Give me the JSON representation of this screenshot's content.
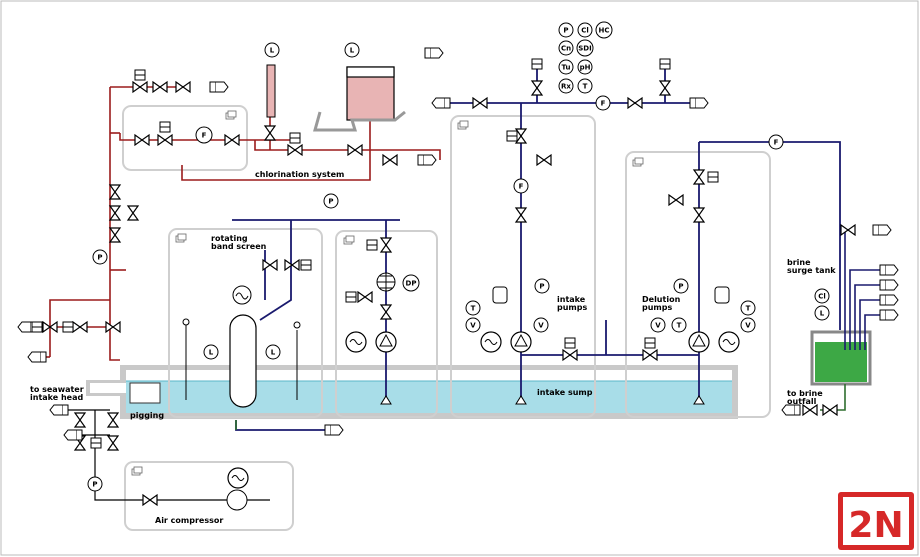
{
  "labels": {
    "chlorination": "chlorination system",
    "rotating_1": "rotating",
    "rotating_2": "band screen",
    "intake_pumps_1": "intake",
    "intake_pumps_2": "pumps",
    "delution_1": "Delution",
    "delution_2": "pumps",
    "intake_sump": "intake sump",
    "seawater_1": "to seawater",
    "seawater_2": "intake head",
    "pigging": "pigging",
    "air_compressor": "Air compressor",
    "brine_surge_1": "brine",
    "brine_surge_2": "surge tank",
    "brine_outfall_1": "to brine",
    "brine_outfall_2": "outfall"
  },
  "analyzers": [
    "P",
    "Cl",
    "HC",
    "Cn",
    "SDI",
    "Tu",
    "pH",
    "Rx",
    "T"
  ],
  "instruments": {
    "L": "L",
    "P": "P",
    "F": "F",
    "T": "T",
    "V": "V",
    "DP": "DP",
    "Cl": "Cl"
  },
  "colors": {
    "chlorine_line": "#9b1c1c",
    "process_line": "#1a1a6e",
    "sump_water": "#a8dde8",
    "sump_wall": "#c9c9c9",
    "brine_green": "#3da845",
    "outfall_line": "#2e6e2e",
    "tank_pink": "#e8b4b4",
    "logo_red": "#d62828"
  }
}
